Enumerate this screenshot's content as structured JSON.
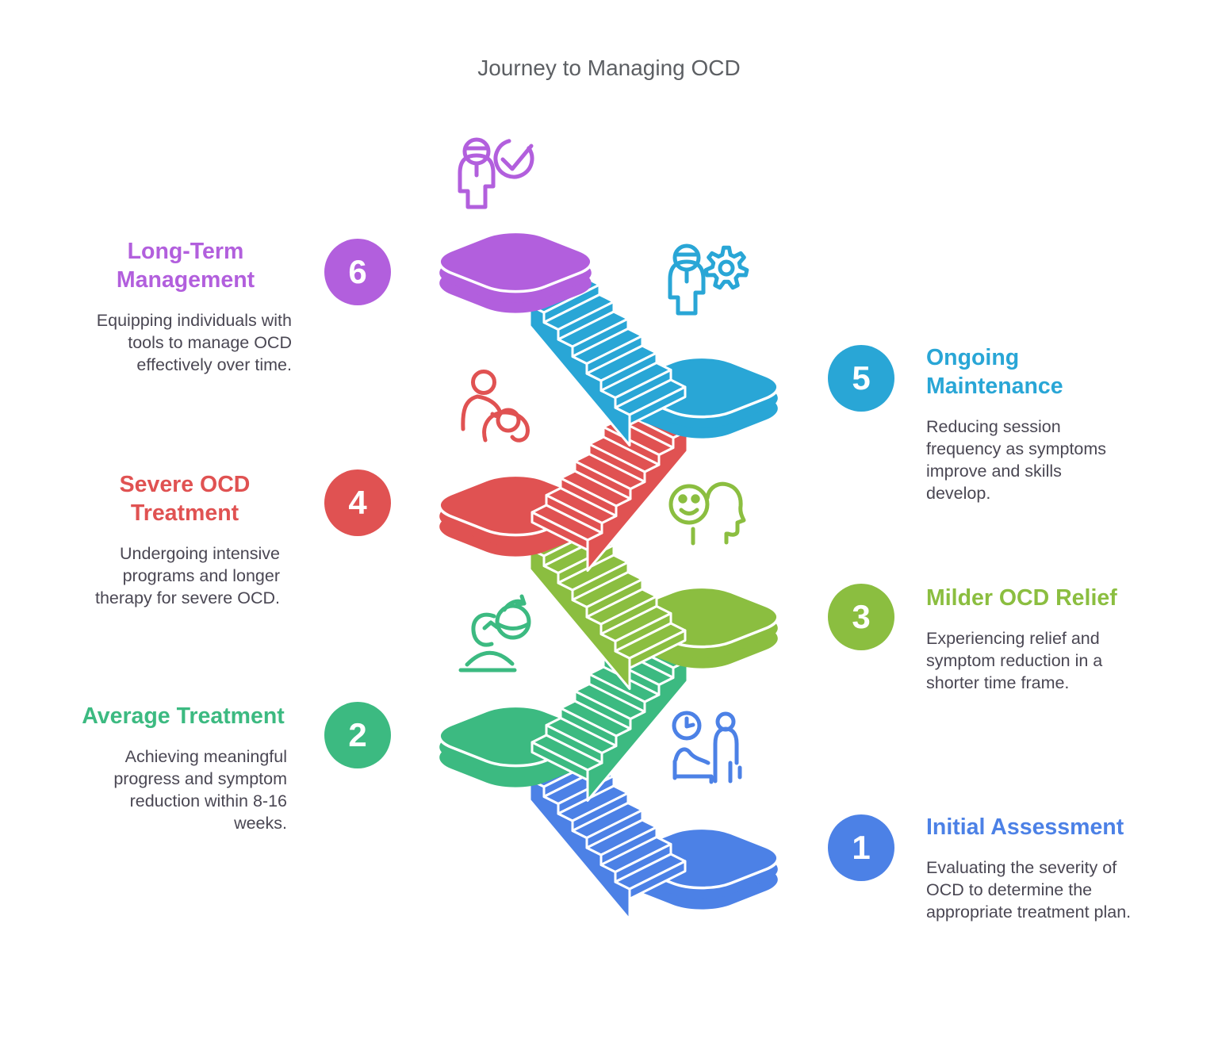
{
  "page_title": "Journey to Managing OCD",
  "steps": [
    {
      "number": "1",
      "title": "Initial Assessment",
      "description": "Evaluating the severity of OCD to determine the appropriate treatment plan.",
      "color": "#4c81e6",
      "side": "right",
      "icon": "therapy-session-clock-icon"
    },
    {
      "number": "2",
      "title": "Average Treatment",
      "description": "Achieving meaningful progress and symptom reduction within 8-16 weeks.",
      "color": "#3cba81",
      "side": "left",
      "icon": "mind-renewal-icon"
    },
    {
      "number": "3",
      "title": "Milder OCD Relief",
      "description": "Experiencing relief and symptom reduction in a shorter time frame.",
      "color": "#8bbe40",
      "side": "right",
      "icon": "smiling-head-profile-icon"
    },
    {
      "number": "4",
      "title": "Severe OCD Treatment",
      "description": "Undergoing intensive programs and longer therapy for severe OCD.",
      "color": "#e05252",
      "side": "left",
      "icon": "caregiver-support-icon"
    },
    {
      "number": "5",
      "title": "Ongoing Maintenance",
      "description": "Reducing session frequency as symptoms improve and skills develop.",
      "color": "#29a6d6",
      "side": "right",
      "icon": "person-gear-icon"
    },
    {
      "number": "6",
      "title": "Long-Term Management",
      "description": "Equipping individuals with tools to manage OCD effectively over time.",
      "color": "#b25fdd",
      "side": "left",
      "icon": "person-checkmark-icon"
    }
  ]
}
